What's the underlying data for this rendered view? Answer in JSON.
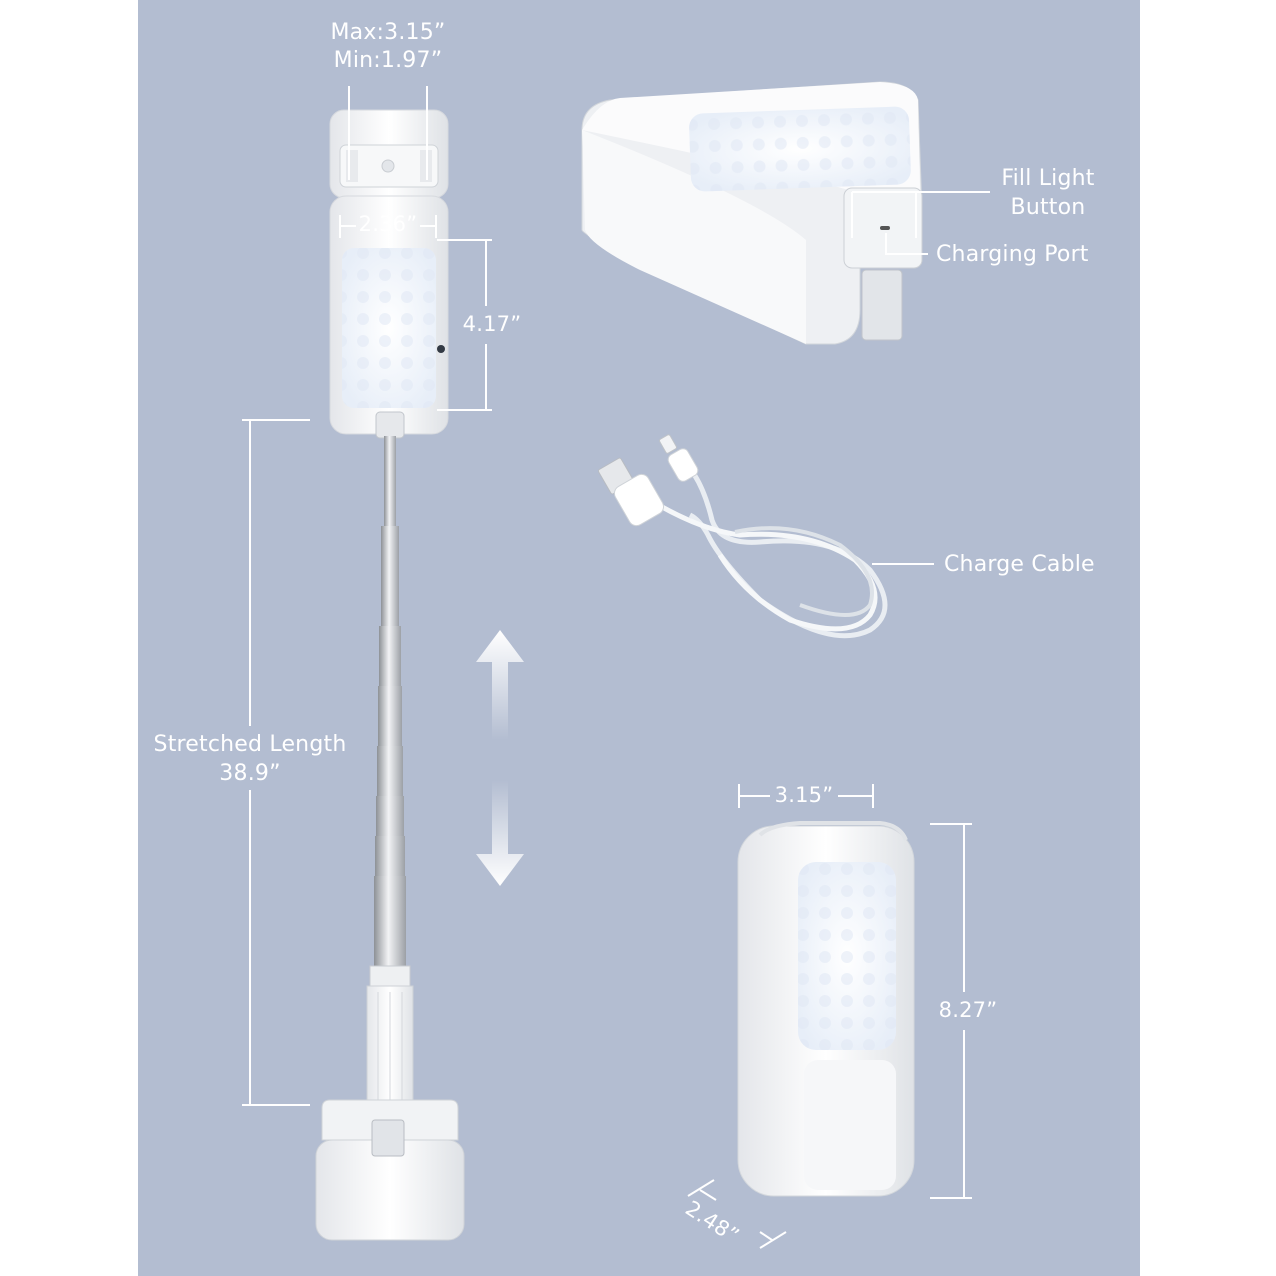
{
  "holder_width": {
    "max": "Max:3.15”",
    "min": "Min:1.97”"
  },
  "light_panel_width": "2.36”",
  "light_panel_height": "4.17”",
  "stretched_length": {
    "label": "Stretched Length",
    "value": "38.9”"
  },
  "callouts": {
    "fill_light_button": {
      "line1": "Fill Light",
      "line2": "Button"
    },
    "charging_port": "Charging Port",
    "charge_cable": "Charge Cable"
  },
  "folded": {
    "width": "3.15”",
    "height": "8.27”",
    "depth": "2.48”"
  },
  "colors": {
    "panel_bg": "#b3bdd1",
    "product_white": "#f4f5f7",
    "dimension_line": "#ffffff"
  }
}
